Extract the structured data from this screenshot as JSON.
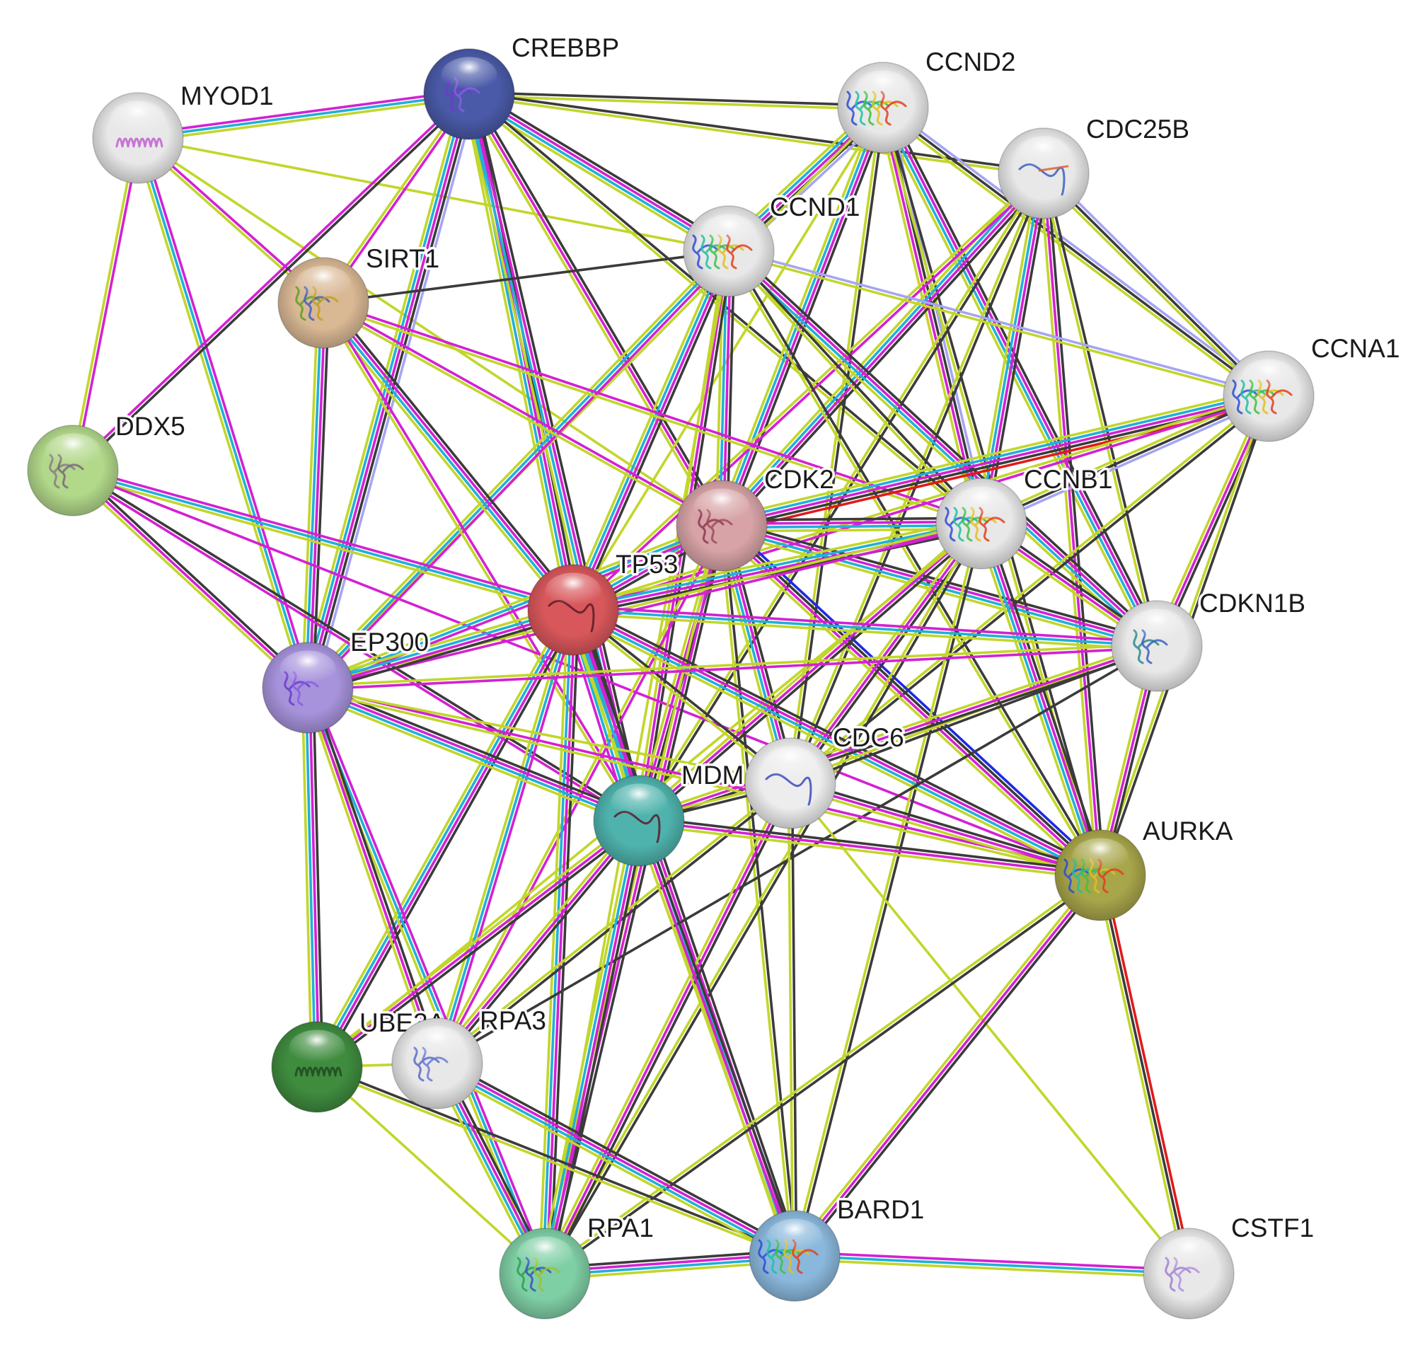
{
  "colors": {
    "background": "#ffffff",
    "evidence": {
      "text": "#c2d62b",
      "coexp": "#3b3b3b",
      "db": "#20b0d8",
      "exp": "#d321d3",
      "hom": "#a5a5f5",
      "fus": "#e01a1a",
      "gene": "#1f2ae0"
    }
  },
  "nodes": [
    {
      "id": "MYOD1",
      "label": "MYOD1",
      "color": "#e8e8e8",
      "glyph": "helix-magenta-icon"
    },
    {
      "id": "CREBBP",
      "label": "CREBBP",
      "color": "#4a5aa8",
      "glyph": "structure-purple-icon"
    },
    {
      "id": "CCND2",
      "label": "CCND2",
      "color": "#e8e8e8",
      "glyph": "structure-rainbow-icon"
    },
    {
      "id": "CDC25B",
      "label": "CDC25B",
      "color": "#e8e8e8",
      "glyph": "coil-icon"
    },
    {
      "id": "CCND1",
      "label": "CCND1",
      "color": "#e8e8e8",
      "glyph": "structure-rainbow-icon"
    },
    {
      "id": "SIRT1",
      "label": "SIRT1",
      "color": "#d9b894",
      "glyph": "sheet-green-icon"
    },
    {
      "id": "CCNA1",
      "label": "CCNA1",
      "color": "#e8e8e8",
      "glyph": "structure-rainbow-icon"
    },
    {
      "id": "DDX5",
      "label": "DDX5",
      "color": "#b2d88a",
      "glyph": "structure-grey-icon"
    },
    {
      "id": "CDK2",
      "label": "CDK2",
      "color": "#d7a3a6",
      "glyph": "structure-maroon-icon"
    },
    {
      "id": "CCNB1",
      "label": "CCNB1",
      "color": "#e8e8e8",
      "glyph": "structure-rainbow-icon"
    },
    {
      "id": "TP53",
      "label": "TP53",
      "color": "#d8575b",
      "glyph": "coil-dark-icon"
    },
    {
      "id": "CDKN1B",
      "label": "CDKN1B",
      "color": "#e8e8e8",
      "glyph": "structure-teal-icon"
    },
    {
      "id": "EP300",
      "label": "EP300",
      "color": "#a793dc",
      "glyph": "structure-purple-icon"
    },
    {
      "id": "CDC6",
      "label": "CDC6",
      "color": "#ededed",
      "glyph": "coil-blue-icon"
    },
    {
      "id": "MDM2",
      "label": "MDM",
      "color": "#4fb3ad",
      "glyph": "coil-dark-icon"
    },
    {
      "id": "AURKA",
      "label": "AURKA",
      "color": "#a8a64a",
      "glyph": "structure-rainbow-icon"
    },
    {
      "id": "UBE3A",
      "label": "UBE3A",
      "color": "#3f8c3f",
      "glyph": "helix-dark-icon"
    },
    {
      "id": "RPA3",
      "label": "RPA3",
      "color": "#e8e8e8",
      "glyph": "structure-blue-icon"
    },
    {
      "id": "BARD1",
      "label": "BARD1",
      "color": "#8ab8dc",
      "glyph": "structure-rainbow-icon"
    },
    {
      "id": "RPA1",
      "label": "RPA1",
      "color": "#7fcfa5",
      "glyph": "structure-green-icon"
    },
    {
      "id": "CSTF1",
      "label": "CSTF1",
      "color": "#e8e8e8",
      "glyph": "structure-lilac-icon"
    }
  ],
  "edges": [
    {
      "from": "MYOD1",
      "to": "CREBBP",
      "ev": [
        "exp",
        "db",
        "text"
      ]
    },
    {
      "from": "MYOD1",
      "to": "DDX5",
      "ev": [
        "exp",
        "text"
      ]
    },
    {
      "from": "MYOD1",
      "to": "EP300",
      "ev": [
        "exp",
        "db",
        "text"
      ]
    },
    {
      "from": "MYOD1",
      "to": "SIRT1",
      "ev": [
        "exp",
        "text"
      ]
    },
    {
      "from": "MYOD1",
      "to": "CCND1",
      "ev": [
        "text"
      ]
    },
    {
      "from": "MYOD1",
      "to": "CDK2",
      "ev": [
        "text"
      ]
    },
    {
      "from": "CREBBP",
      "to": "EP300",
      "ev": [
        "hom",
        "coexp",
        "exp",
        "db",
        "text"
      ]
    },
    {
      "from": "CREBBP",
      "to": "TP53",
      "ev": [
        "coexp",
        "exp",
        "db",
        "text"
      ]
    },
    {
      "from": "CREBBP",
      "to": "CCND2",
      "ev": [
        "coexp",
        "text"
      ]
    },
    {
      "from": "CREBBP",
      "to": "CCND1",
      "ev": [
        "coexp",
        "exp",
        "db",
        "text"
      ]
    },
    {
      "from": "CREBBP",
      "to": "SIRT1",
      "ev": [
        "exp",
        "text"
      ]
    },
    {
      "from": "CREBBP",
      "to": "DDX5",
      "ev": [
        "coexp",
        "exp"
      ]
    },
    {
      "from": "CREBBP",
      "to": "MDM2",
      "ev": [
        "coexp",
        "exp",
        "db",
        "text"
      ]
    },
    {
      "from": "CREBBP",
      "to": "CDK2",
      "ev": [
        "coexp",
        "exp",
        "text"
      ]
    },
    {
      "from": "CREBBP",
      "to": "CCNB1",
      "ev": [
        "coexp",
        "text"
      ]
    },
    {
      "from": "CREBBP",
      "to": "CDC25B",
      "ev": [
        "coexp",
        "text"
      ]
    },
    {
      "from": "CCND2",
      "to": "CCND1",
      "ev": [
        "hom",
        "coexp",
        "exp",
        "db",
        "text"
      ]
    },
    {
      "from": "CCND2",
      "to": "CDK2",
      "ev": [
        "coexp",
        "exp",
        "db",
        "text"
      ]
    },
    {
      "from": "CCND2",
      "to": "CDKN1B",
      "ev": [
        "coexp",
        "exp",
        "db",
        "text"
      ]
    },
    {
      "from": "CCND2",
      "to": "CCNB1",
      "ev": [
        "hom",
        "coexp",
        "exp",
        "text"
      ]
    },
    {
      "from": "CCND2",
      "to": "CCNA1",
      "ev": [
        "hom",
        "coexp",
        "text"
      ]
    },
    {
      "from": "CCND2",
      "to": "AURKA",
      "ev": [
        "coexp",
        "text"
      ]
    },
    {
      "from": "CCND2",
      "to": "CDC6",
      "ev": [
        "coexp",
        "text"
      ]
    },
    {
      "from": "CCND2",
      "to": "TP53",
      "ev": [
        "text"
      ]
    },
    {
      "from": "CCND2",
      "to": "EP300",
      "ev": [
        "text"
      ]
    },
    {
      "from": "CDC25B",
      "to": "CDK2",
      "ev": [
        "coexp",
        "exp",
        "db",
        "text"
      ]
    },
    {
      "from": "CDC25B",
      "to": "CCNB1",
      "ev": [
        "coexp",
        "exp",
        "db",
        "text"
      ]
    },
    {
      "from": "CDC25B",
      "to": "CCNA1",
      "ev": [
        "hom",
        "coexp",
        "text"
      ]
    },
    {
      "from": "CDC25B",
      "to": "AURKA",
      "ev": [
        "coexp",
        "exp",
        "text"
      ]
    },
    {
      "from": "CDC25B",
      "to": "TP53",
      "ev": [
        "exp",
        "text"
      ]
    },
    {
      "from": "CDC25B",
      "to": "CDC6",
      "ev": [
        "coexp",
        "text"
      ]
    },
    {
      "from": "CDC25B",
      "to": "CDKN1B",
      "ev": [
        "coexp",
        "text"
      ]
    },
    {
      "from": "CDC25B",
      "to": "MDM2",
      "ev": [
        "coexp",
        "text"
      ]
    },
    {
      "from": "CCND1",
      "to": "CDK2",
      "ev": [
        "coexp",
        "exp",
        "db",
        "text"
      ]
    },
    {
      "from": "CCND1",
      "to": "TP53",
      "ev": [
        "coexp",
        "exp",
        "db",
        "text"
      ]
    },
    {
      "from": "CCND1",
      "to": "CCNA1",
      "ev": [
        "hom",
        "text"
      ]
    },
    {
      "from": "CCND1",
      "to": "CDKN1B",
      "ev": [
        "coexp",
        "exp",
        "db",
        "text"
      ]
    },
    {
      "from": "CCND1",
      "to": "EP300",
      "ev": [
        "exp",
        "db",
        "text"
      ]
    },
    {
      "from": "CCND1",
      "to": "SIRT1",
      "ev": [
        "coexp"
      ]
    },
    {
      "from": "CCND1",
      "to": "MDM2",
      "ev": [
        "coexp",
        "exp",
        "text"
      ]
    },
    {
      "from": "CCND1",
      "to": "RPA1",
      "ev": [
        "text"
      ]
    },
    {
      "from": "CCND1",
      "to": "AURKA",
      "ev": [
        "coexp",
        "text"
      ]
    },
    {
      "from": "CCND1",
      "to": "CCNB1",
      "ev": [
        "coexp",
        "text"
      ]
    },
    {
      "from": "SIRT1",
      "to": "TP53",
      "ev": [
        "coexp",
        "exp",
        "db",
        "text"
      ]
    },
    {
      "from": "SIRT1",
      "to": "EP300",
      "ev": [
        "coexp",
        "exp",
        "db",
        "text"
      ]
    },
    {
      "from": "SIRT1",
      "to": "CDK2",
      "ev": [
        "exp",
        "text"
      ]
    },
    {
      "from": "SIRT1",
      "to": "CCNB1",
      "ev": [
        "exp",
        "text"
      ]
    },
    {
      "from": "SIRT1",
      "to": "MDM2",
      "ev": [
        "exp",
        "text"
      ]
    },
    {
      "from": "CCNA1",
      "to": "CDK2",
      "ev": [
        "fus",
        "coexp",
        "exp",
        "db",
        "text"
      ]
    },
    {
      "from": "CCNA1",
      "to": "CCNB1",
      "ev": [
        "hom",
        "coexp",
        "text"
      ]
    },
    {
      "from": "CCNA1",
      "to": "CDKN1B",
      "ev": [
        "coexp",
        "exp",
        "text"
      ]
    },
    {
      "from": "CCNA1",
      "to": "AURKA",
      "ev": [
        "coexp",
        "text"
      ]
    },
    {
      "from": "CCNA1",
      "to": "TP53",
      "ev": [
        "exp",
        "text"
      ]
    },
    {
      "from": "CCNA1",
      "to": "CDC6",
      "ev": [
        "coexp",
        "text"
      ]
    },
    {
      "from": "DDX5",
      "to": "EP300",
      "ev": [
        "coexp",
        "exp",
        "text"
      ]
    },
    {
      "from": "DDX5",
      "to": "TP53",
      "ev": [
        "exp",
        "db",
        "text"
      ]
    },
    {
      "from": "DDX5",
      "to": "MDM2",
      "ev": [
        "coexp",
        "exp"
      ]
    },
    {
      "from": "DDX5",
      "to": "AURKA",
      "ev": [
        "exp"
      ]
    },
    {
      "from": "CDK2",
      "to": "TP53",
      "ev": [
        "coexp",
        "exp",
        "db",
        "text"
      ]
    },
    {
      "from": "CDK2",
      "to": "CCNB1",
      "ev": [
        "coexp",
        "exp",
        "db",
        "text"
      ]
    },
    {
      "from": "CDK2",
      "to": "CDKN1B",
      "ev": [
        "coexp",
        "exp",
        "db",
        "text"
      ]
    },
    {
      "from": "CDK2",
      "to": "EP300",
      "ev": [
        "exp",
        "db",
        "text"
      ]
    },
    {
      "from": "CDK2",
      "to": "MDM2",
      "ev": [
        "coexp",
        "exp",
        "text"
      ]
    },
    {
      "from": "CDK2",
      "to": "CDC6",
      "ev": [
        "coexp",
        "exp",
        "db",
        "text"
      ]
    },
    {
      "from": "CDK2",
      "to": "AURKA",
      "ev": [
        "gene",
        "coexp",
        "exp",
        "text"
      ]
    },
    {
      "from": "CDK2",
      "to": "RPA1",
      "ev": [
        "coexp",
        "exp",
        "text"
      ]
    },
    {
      "from": "CDK2",
      "to": "BARD1",
      "ev": [
        "coexp",
        "text"
      ]
    },
    {
      "from": "CDK2",
      "to": "RPA3",
      "ev": [
        "exp",
        "text"
      ]
    },
    {
      "from": "CCNB1",
      "to": "TP53",
      "ev": [
        "coexp",
        "exp",
        "db",
        "text"
      ]
    },
    {
      "from": "CCNB1",
      "to": "CDKN1B",
      "ev": [
        "coexp",
        "exp",
        "text"
      ]
    },
    {
      "from": "CCNB1",
      "to": "AURKA",
      "ev": [
        "coexp",
        "exp",
        "db",
        "text"
      ]
    },
    {
      "from": "CCNB1",
      "to": "CDC6",
      "ev": [
        "coexp",
        "exp",
        "text"
      ]
    },
    {
      "from": "CCNB1",
      "to": "MDM2",
      "ev": [
        "coexp",
        "exp",
        "text"
      ]
    },
    {
      "from": "CCNB1",
      "to": "EP300",
      "ev": [
        "exp",
        "text"
      ]
    },
    {
      "from": "CCNB1",
      "to": "RPA1",
      "ev": [
        "coexp",
        "text"
      ]
    },
    {
      "from": "CCNB1",
      "to": "BARD1",
      "ev": [
        "coexp",
        "text"
      ]
    },
    {
      "from": "CCNB1",
      "to": "UBE3A",
      "ev": [
        "text"
      ]
    },
    {
      "from": "TP53",
      "to": "MDM2",
      "ev": [
        "coexp",
        "exp",
        "db",
        "text",
        "db",
        "exp"
      ]
    },
    {
      "from": "TP53",
      "to": "EP300",
      "ev": [
        "coexp",
        "exp",
        "db",
        "text"
      ]
    },
    {
      "from": "TP53",
      "to": "CDKN1B",
      "ev": [
        "exp",
        "db",
        "text"
      ]
    },
    {
      "from": "TP53",
      "to": "AURKA",
      "ev": [
        "coexp",
        "exp",
        "db",
        "text"
      ]
    },
    {
      "from": "TP53",
      "to": "RPA1",
      "ev": [
        "coexp",
        "exp",
        "db",
        "text"
      ]
    },
    {
      "from": "TP53",
      "to": "BARD1",
      "ev": [
        "coexp",
        "exp",
        "db",
        "text"
      ]
    },
    {
      "from": "TP53",
      "to": "RPA3",
      "ev": [
        "exp",
        "db",
        "text"
      ]
    },
    {
      "from": "TP53",
      "to": "UBE3A",
      "ev": [
        "coexp",
        "exp",
        "db",
        "text"
      ]
    },
    {
      "from": "TP53",
      "to": "CDC6",
      "ev": [
        "coexp",
        "text"
      ]
    },
    {
      "from": "CDKN1B",
      "to": "AURKA",
      "ev": [
        "coexp",
        "exp",
        "text"
      ]
    },
    {
      "from": "CDKN1B",
      "to": "CDC6",
      "ev": [
        "coexp",
        "text"
      ]
    },
    {
      "from": "CDKN1B",
      "to": "MDM2",
      "ev": [
        "coexp",
        "exp",
        "text"
      ]
    },
    {
      "from": "CDKN1B",
      "to": "EP300",
      "ev": [
        "exp",
        "text"
      ]
    },
    {
      "from": "CDKN1B",
      "to": "RPA3",
      "ev": [
        "coexp"
      ]
    },
    {
      "from": "EP300",
      "to": "MDM2",
      "ev": [
        "coexp",
        "exp",
        "db",
        "text"
      ]
    },
    {
      "from": "EP300",
      "to": "UBE3A",
      "ev": [
        "coexp",
        "exp",
        "db",
        "text"
      ]
    },
    {
      "from": "EP300",
      "to": "RPA1",
      "ev": [
        "exp",
        "db",
        "text"
      ]
    },
    {
      "from": "EP300",
      "to": "RPA3",
      "ev": [
        "coexp",
        "exp",
        "text"
      ]
    },
    {
      "from": "EP300",
      "to": "AURKA",
      "ev": [
        "exp",
        "text"
      ]
    },
    {
      "from": "EP300",
      "to": "CDC6",
      "ev": [
        "text"
      ]
    },
    {
      "from": "CDC6",
      "to": "MDM2",
      "ev": [
        "coexp",
        "text"
      ]
    },
    {
      "from": "CDC6",
      "to": "RPA1",
      "ev": [
        "coexp",
        "exp",
        "text"
      ]
    },
    {
      "from": "CDC6",
      "to": "RPA3",
      "ev": [
        "coexp",
        "text"
      ]
    },
    {
      "from": "CDC6",
      "to": "BARD1",
      "ev": [
        "coexp",
        "text"
      ]
    },
    {
      "from": "CDC6",
      "to": "AURKA",
      "ev": [
        "coexp",
        "exp",
        "text"
      ]
    },
    {
      "from": "CDC6",
      "to": "CSTF1",
      "ev": [
        "text"
      ]
    },
    {
      "from": "MDM2",
      "to": "RPA1",
      "ev": [
        "coexp",
        "exp",
        "db",
        "text"
      ]
    },
    {
      "from": "MDM2",
      "to": "BARD1",
      "ev": [
        "coexp",
        "exp",
        "text"
      ]
    },
    {
      "from": "MDM2",
      "to": "RPA3",
      "ev": [
        "coexp",
        "exp",
        "text"
      ]
    },
    {
      "from": "MDM2",
      "to": "UBE3A",
      "ev": [
        "coexp",
        "exp",
        "text"
      ]
    },
    {
      "from": "MDM2",
      "to": "AURKA",
      "ev": [
        "coexp",
        "exp",
        "text"
      ]
    },
    {
      "from": "AURKA",
      "to": "CSTF1",
      "ev": [
        "fus",
        "coexp",
        "text"
      ]
    },
    {
      "from": "AURKA",
      "to": "BARD1",
      "ev": [
        "coexp",
        "exp",
        "text"
      ]
    },
    {
      "from": "AURKA",
      "to": "RPA1",
      "ev": [
        "coexp",
        "text"
      ]
    },
    {
      "from": "UBE3A",
      "to": "RPA3",
      "ev": [
        "text"
      ]
    },
    {
      "from": "UBE3A",
      "to": "RPA1",
      "ev": [
        "text"
      ]
    },
    {
      "from": "UBE3A",
      "to": "BARD1",
      "ev": [
        "coexp",
        "text"
      ]
    },
    {
      "from": "RPA3",
      "to": "RPA1",
      "ev": [
        "coexp",
        "exp",
        "db",
        "text"
      ]
    },
    {
      "from": "RPA3",
      "to": "BARD1",
      "ev": [
        "coexp",
        "exp",
        "db",
        "text"
      ]
    },
    {
      "from": "RPA1",
      "to": "BARD1",
      "ev": [
        "coexp",
        "exp",
        "db",
        "text"
      ]
    },
    {
      "from": "BARD1",
      "to": "CSTF1",
      "ev": [
        "exp",
        "db",
        "text"
      ]
    }
  ]
}
